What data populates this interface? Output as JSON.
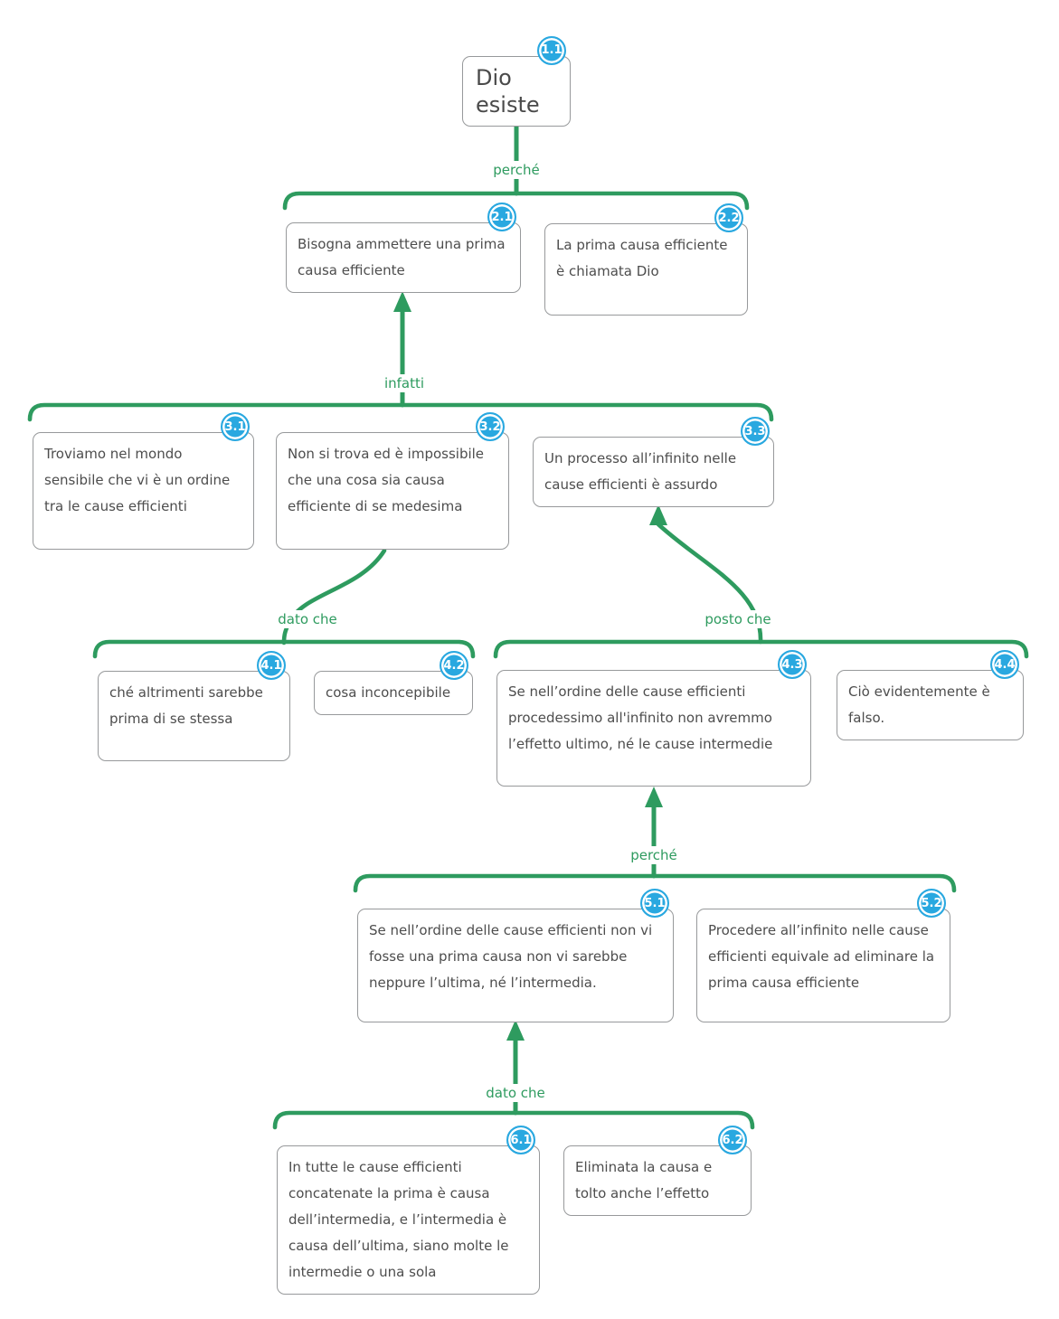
{
  "colors": {
    "connector_green": "#2e9b5f",
    "badge_blue": "#29a8e0",
    "node_border_gray": "#97999b",
    "node_text_gray": "#4d4d4d",
    "background": "#ffffff"
  },
  "nodes": [
    {
      "id": "1.1",
      "text": "Dio esiste"
    },
    {
      "id": "2.1",
      "text": "Bisogna ammettere una prima causa efficiente"
    },
    {
      "id": "2.2",
      "text": "La prima causa efficiente è chiamata Dio"
    },
    {
      "id": "3.1",
      "text": "Troviamo nel mondo sensibile che vi è un ordine tra le cause efficienti"
    },
    {
      "id": "3.2",
      "text": "Non si trova ed è impossibile che una cosa sia causa efficiente di se medesima"
    },
    {
      "id": "3.3",
      "text": "Un processo all’infinito nelle cause efficienti è assurdo"
    },
    {
      "id": "4.1",
      "text": "ché altrimenti sarebbe prima di se stessa"
    },
    {
      "id": "4.2",
      "text": "cosa inconcepibile"
    },
    {
      "id": "4.3",
      "text": "Se nell’ordine delle cause efficienti procedessimo all'infinito non avremmo l’effetto ultimo, né le cause intermedie"
    },
    {
      "id": "4.4",
      "text": "Ciò evidentemente è falso."
    },
    {
      "id": "5.1",
      "text": "Se nell’ordine delle cause efficienti non vi fosse una prima causa non vi sarebbe neppure l’ultima, né l’intermedia."
    },
    {
      "id": "5.2",
      "text": "Procedere all’infinito nelle cause efficienti equivale ad eliminare la prima causa efficiente"
    },
    {
      "id": "6.1",
      "text": "In tutte le cause efficienti concatenate la prima è causa dell’intermedia, e l’intermedia è causa dell’ultima, siano molte le intermedie o una sola"
    },
    {
      "id": "6.2",
      "text": "Eliminata la causa e tolto anche l’effetto"
    }
  ],
  "connectors": [
    {
      "label": "perché"
    },
    {
      "label": "infatti"
    },
    {
      "label": "dato che"
    },
    {
      "label": "posto che"
    },
    {
      "label": "perché"
    },
    {
      "label": "dato che"
    }
  ]
}
